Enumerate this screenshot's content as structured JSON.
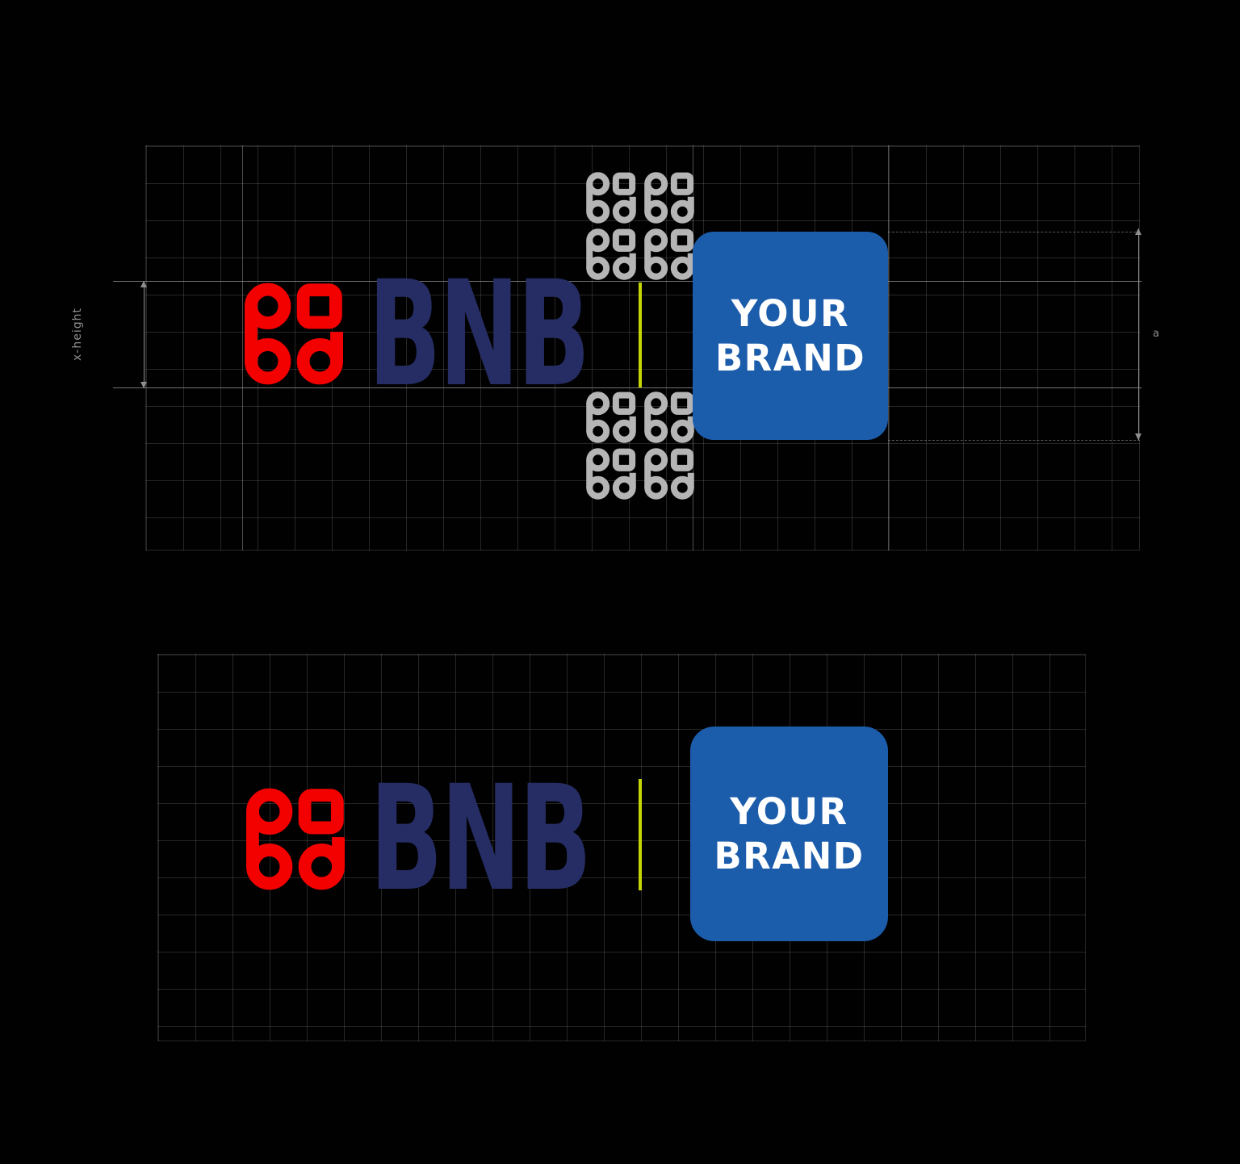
{
  "colors": {
    "background": "#010101",
    "mark_red": "#f30000",
    "wordmark_navy": "#262d64",
    "partner_blue": "#1b5cab",
    "divider_green": "#c6d600",
    "construction_gray": "#b5b5b5",
    "guide_line": "#8f8f8f",
    "grid_line": "rgba(170,170,170,0.22)",
    "label_gray": "#8f8f8f",
    "partner_text": "#ffffff"
  },
  "logo": {
    "wordmark": "BNB",
    "partner": {
      "line1": "YOUR",
      "line2": "BRAND"
    }
  },
  "construction": {
    "x_height_label": "x-height",
    "dimension_label": "a"
  }
}
